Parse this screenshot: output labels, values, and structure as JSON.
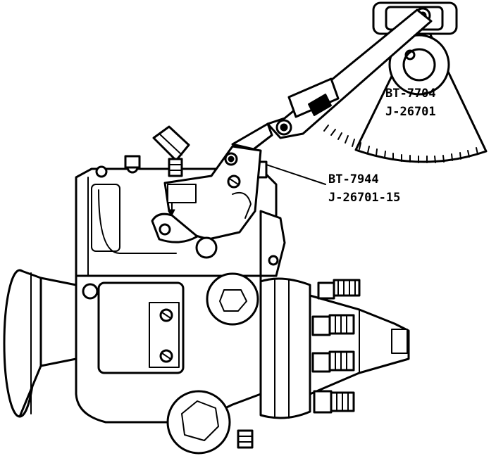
{
  "labels": {
    "gauge": {
      "line1": "BT-7704",
      "line2": "J-26701"
    },
    "adapter": {
      "line1": "BT-7944",
      "line2": "J-26701-15"
    }
  },
  "colors": {
    "ink": "#000000",
    "paper": "#ffffff"
  }
}
